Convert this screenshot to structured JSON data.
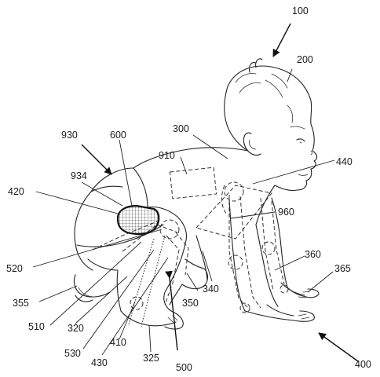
{
  "diagram": {
    "callouts": {
      "r100": "100",
      "r200": "200",
      "r300": "300",
      "r440": "440",
      "r930": "930",
      "r600": "600",
      "r910": "910",
      "r934": "934",
      "r420": "420",
      "r960": "960",
      "r520": "520",
      "r360": "360",
      "r365": "365",
      "r355": "355",
      "r340": "340",
      "r350": "350",
      "r510": "510",
      "r320": "320",
      "r530": "530",
      "r410": "410",
      "r430": "430",
      "r325": "325",
      "r500": "500",
      "r400": "400"
    },
    "colors": {
      "ink": "#222222",
      "paper": "#ffffff"
    }
  }
}
